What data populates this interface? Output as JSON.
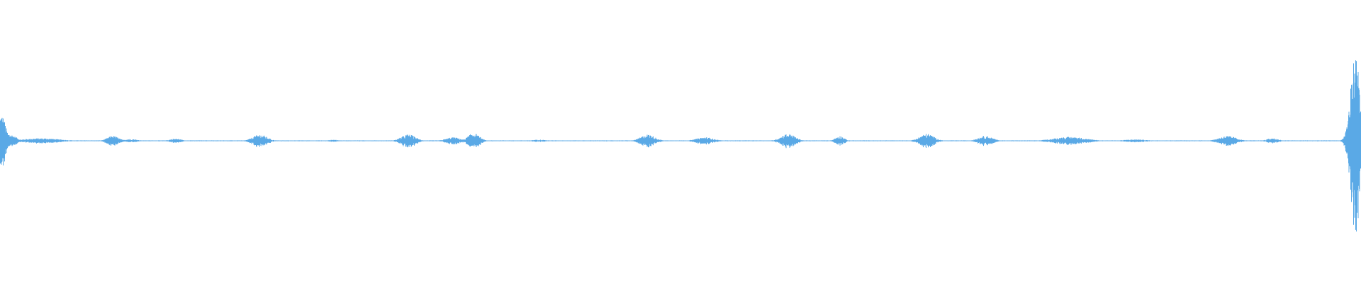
{
  "waveform": {
    "color": "#5aa9e6",
    "baseline_color": "#5aa9e6",
    "bursts": [
      {
        "t": 0.001,
        "amp": 0.19,
        "span": 0.006,
        "kind": "spike"
      },
      {
        "t": 0.006,
        "amp": 0.05,
        "span": 0.01,
        "kind": "cluster"
      },
      {
        "t": 0.03,
        "amp": 0.018,
        "span": 0.025,
        "kind": "cluster"
      },
      {
        "t": 0.083,
        "amp": 0.035,
        "span": 0.008,
        "kind": "cluster"
      },
      {
        "t": 0.096,
        "amp": 0.012,
        "span": 0.01,
        "kind": "cluster"
      },
      {
        "t": 0.129,
        "amp": 0.015,
        "span": 0.008,
        "kind": "cluster"
      },
      {
        "t": 0.191,
        "amp": 0.045,
        "span": 0.01,
        "kind": "cluster"
      },
      {
        "t": 0.245,
        "amp": 0.008,
        "span": 0.006,
        "kind": "cluster"
      },
      {
        "t": 0.3,
        "amp": 0.045,
        "span": 0.01,
        "kind": "cluster"
      },
      {
        "t": 0.333,
        "amp": 0.025,
        "span": 0.01,
        "kind": "cluster"
      },
      {
        "t": 0.348,
        "amp": 0.055,
        "span": 0.008,
        "kind": "cluster"
      },
      {
        "t": 0.396,
        "amp": 0.008,
        "span": 0.01,
        "kind": "cluster"
      },
      {
        "t": 0.476,
        "amp": 0.045,
        "span": 0.01,
        "kind": "cluster"
      },
      {
        "t": 0.518,
        "amp": 0.025,
        "span": 0.012,
        "kind": "cluster"
      },
      {
        "t": 0.579,
        "amp": 0.05,
        "span": 0.01,
        "kind": "cluster"
      },
      {
        "t": 0.617,
        "amp": 0.035,
        "span": 0.006,
        "kind": "cluster"
      },
      {
        "t": 0.681,
        "amp": 0.05,
        "span": 0.01,
        "kind": "cluster"
      },
      {
        "t": 0.724,
        "amp": 0.035,
        "span": 0.01,
        "kind": "cluster"
      },
      {
        "t": 0.786,
        "amp": 0.028,
        "span": 0.022,
        "kind": "cluster"
      },
      {
        "t": 0.834,
        "amp": 0.01,
        "span": 0.015,
        "kind": "cluster"
      },
      {
        "t": 0.902,
        "amp": 0.035,
        "span": 0.012,
        "kind": "cluster"
      },
      {
        "t": 0.935,
        "amp": 0.018,
        "span": 0.008,
        "kind": "cluster"
      },
      {
        "t": 0.996,
        "amp": 0.62,
        "span": 0.007,
        "kind": "spike"
      }
    ]
  }
}
